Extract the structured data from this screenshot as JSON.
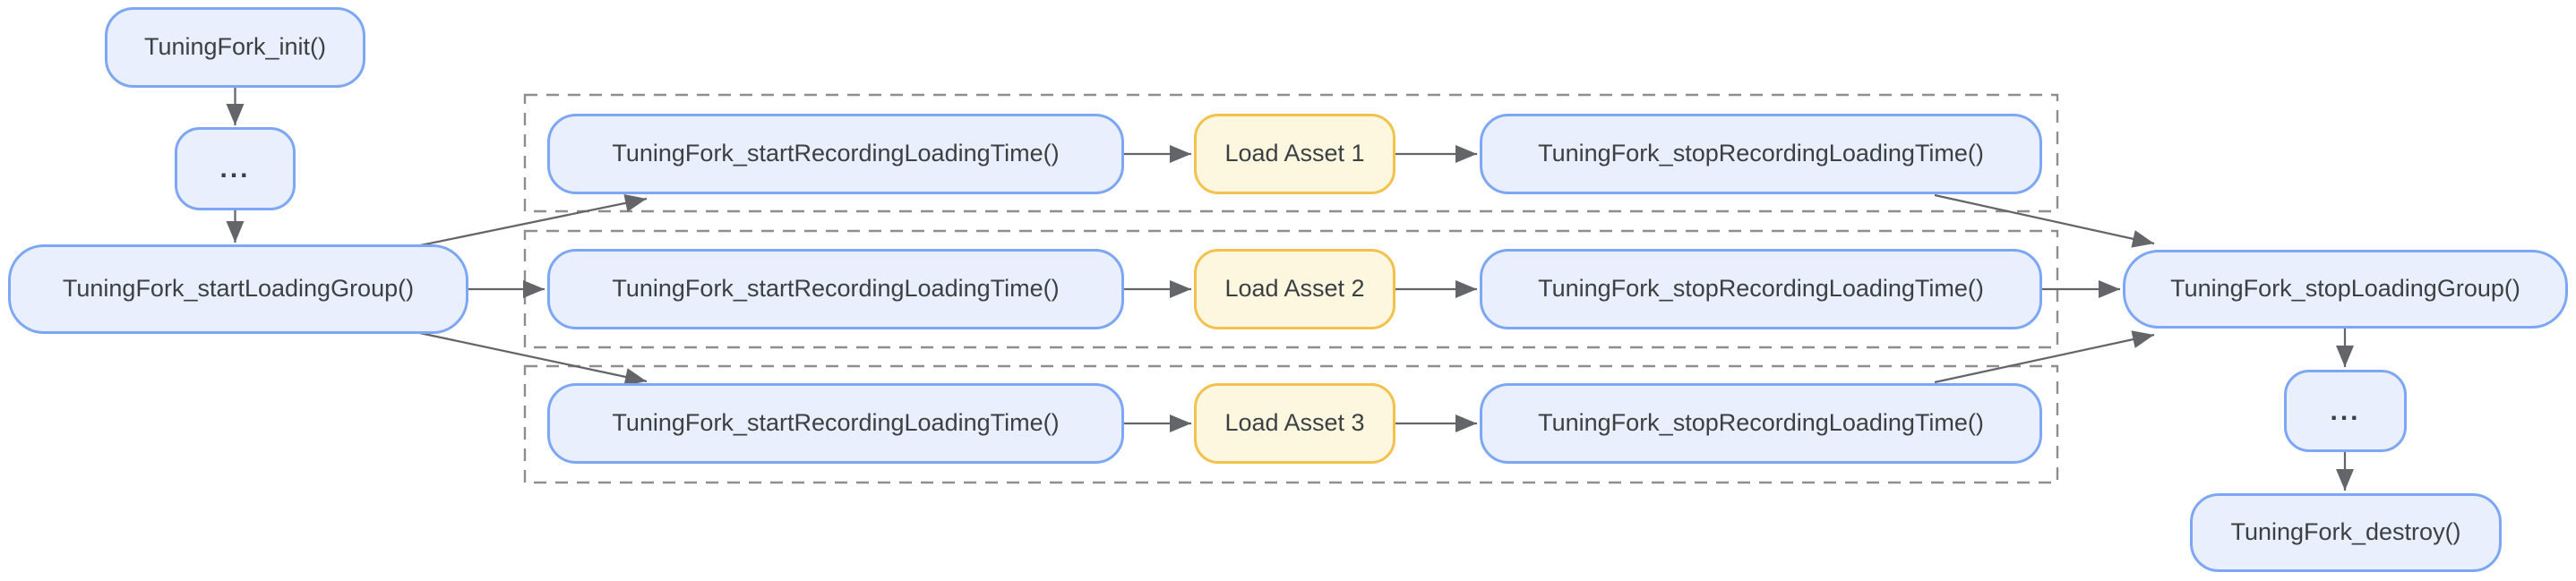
{
  "nodes": {
    "init": "TuningFork_init()",
    "ellipsis_left": "...",
    "start_loading_group": "TuningFork_startLoadingGroup()",
    "stop_loading_group": "TuningFork_stopLoadingGroup()",
    "ellipsis_right": "...",
    "destroy": "TuningFork_destroy()"
  },
  "rows": [
    {
      "start": "TuningFork_startRecordingLoadingTime()",
      "asset": "Load Asset 1",
      "stop": "TuningFork_stopRecordingLoadingTime()"
    },
    {
      "start": "TuningFork_startRecordingLoadingTime()",
      "asset": "Load Asset 2",
      "stop": "TuningFork_stopRecordingLoadingTime()"
    },
    {
      "start": "TuningFork_startRecordingLoadingTime()",
      "asset": "Load Asset 3",
      "stop": "TuningFork_stopRecordingLoadingTime()"
    }
  ],
  "edges": [
    {
      "from": "init",
      "to": "ellipsis_left"
    },
    {
      "from": "ellipsis_left",
      "to": "start_loading_group"
    },
    {
      "from": "start_loading_group",
      "to": "row_1_start_recording"
    },
    {
      "from": "start_loading_group",
      "to": "row_2_start_recording"
    },
    {
      "from": "start_loading_group",
      "to": "row_3_start_recording"
    },
    {
      "from": "row_1_start_recording",
      "to": "row_1_load_asset"
    },
    {
      "from": "row_1_load_asset",
      "to": "row_1_stop_recording"
    },
    {
      "from": "row_2_start_recording",
      "to": "row_2_load_asset"
    },
    {
      "from": "row_2_load_asset",
      "to": "row_2_stop_recording"
    },
    {
      "from": "row_3_start_recording",
      "to": "row_3_load_asset"
    },
    {
      "from": "row_3_load_asset",
      "to": "row_3_stop_recording"
    },
    {
      "from": "row_1_stop_recording",
      "to": "stop_loading_group"
    },
    {
      "from": "row_2_stop_recording",
      "to": "stop_loading_group"
    },
    {
      "from": "row_3_stop_recording",
      "to": "stop_loading_group"
    },
    {
      "from": "stop_loading_group",
      "to": "ellipsis_right"
    },
    {
      "from": "ellipsis_right",
      "to": "destroy"
    }
  ],
  "colors": {
    "function_node_fill": "#e9effd",
    "function_node_border": "#7da7f4",
    "asset_node_fill": "#fef7e0",
    "asset_node_border": "#f2c14e",
    "text": "#3c4043",
    "edge": "#636569",
    "group_outline": "#8e8e8e",
    "background": "#ffffff"
  }
}
